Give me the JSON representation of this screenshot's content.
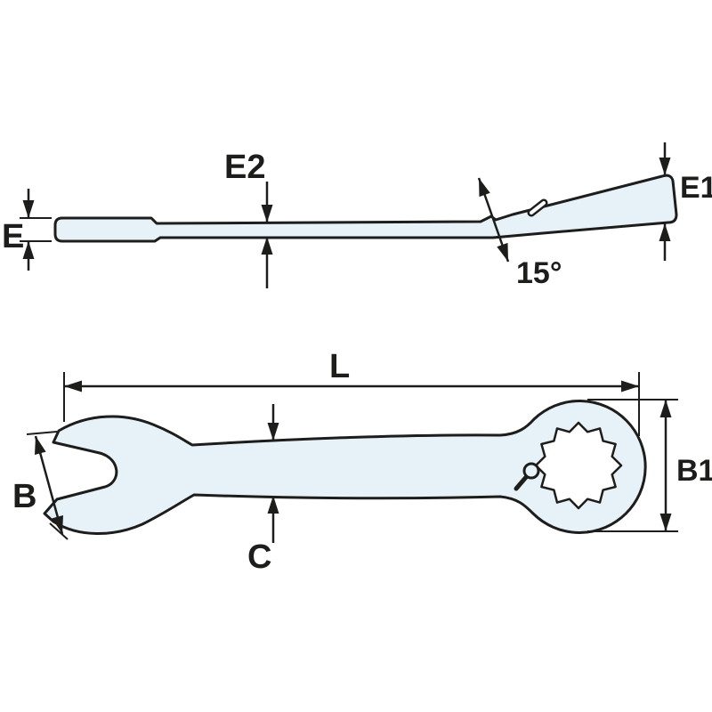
{
  "diagram": {
    "subject": "Combination ratchet wrench dimensional drawing, side view and top view",
    "labels": {
      "e": "E",
      "e2": "E2",
      "e1": "E1",
      "angle": "15°",
      "length": "L",
      "b": "B",
      "c": "C",
      "b1": "B1"
    },
    "colors": {
      "body_fill": "#e7f1f8",
      "line": "#1d1d1b",
      "background": "#ffffff"
    }
  }
}
